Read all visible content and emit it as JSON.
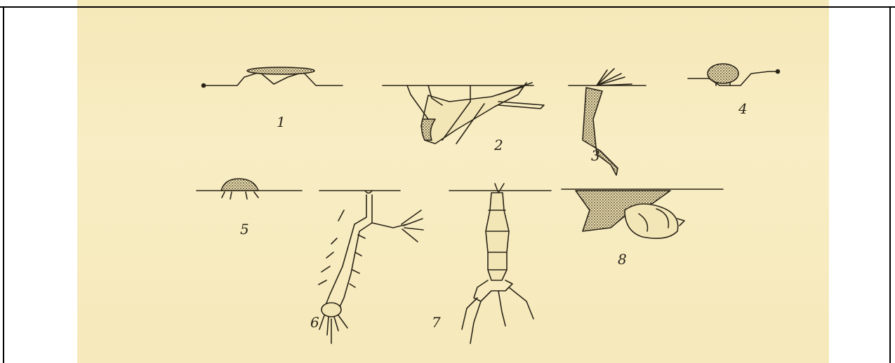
{
  "figure": {
    "labels": [
      "1",
      "2",
      "3",
      "4",
      "5",
      "6",
      "7",
      "8"
    ]
  },
  "colors": {
    "paper": "#f7ebbe",
    "ink": "#2a2418",
    "frame": "#000000"
  }
}
